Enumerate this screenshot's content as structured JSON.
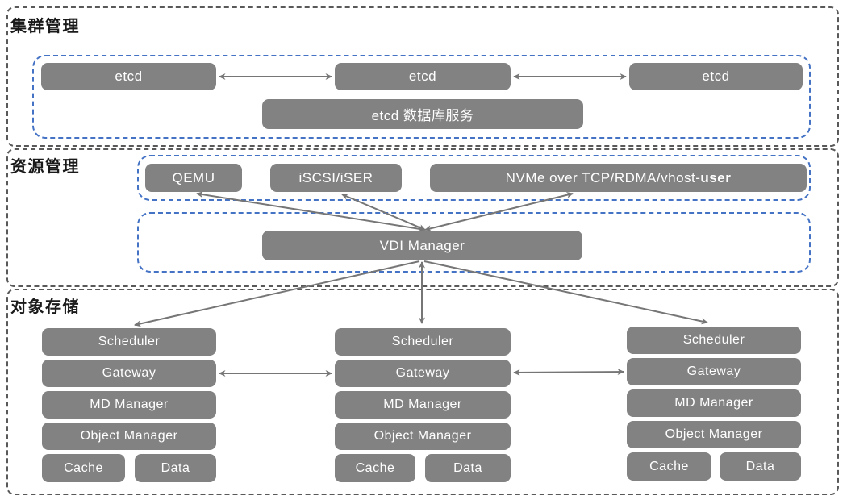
{
  "diagram_title": "storage-cluster-architecture",
  "sections": [
    {
      "label": "集群管理"
    },
    {
      "label": "资源管理"
    },
    {
      "label": "对象存储"
    }
  ],
  "cluster": {
    "etcd_nodes": [
      "etcd",
      "etcd",
      "etcd"
    ],
    "db_service": "etcd 数据库服务"
  },
  "resource": {
    "backends": [
      {
        "label": "QEMU"
      },
      {
        "label": "iSCSI/iSER"
      },
      {
        "label_regular": "NVMe over TCP/RDMA/vhost-",
        "label_bold": "user"
      }
    ],
    "manager": "VDI Manager"
  },
  "storage": {
    "columns": [
      {
        "rows": [
          "Scheduler",
          "Gateway",
          "MD Manager",
          "Object Manager"
        ],
        "cache": "Cache",
        "data": "Data"
      },
      {
        "rows": [
          "Scheduler",
          "Gateway",
          "MD Manager",
          "Object Manager"
        ],
        "cache": "Cache",
        "data": "Data"
      },
      {
        "rows": [
          "Scheduler",
          "Gateway",
          "MD Manager",
          "Object Manager"
        ],
        "cache": "Cache",
        "data": "Data"
      }
    ]
  },
  "colors": {
    "node_fill": "#828282",
    "node_text": "#ffffff",
    "section_border": "#595959",
    "group_border": "#4472C4",
    "arrow": "#767676",
    "section_label": "#1a1a1a"
  }
}
